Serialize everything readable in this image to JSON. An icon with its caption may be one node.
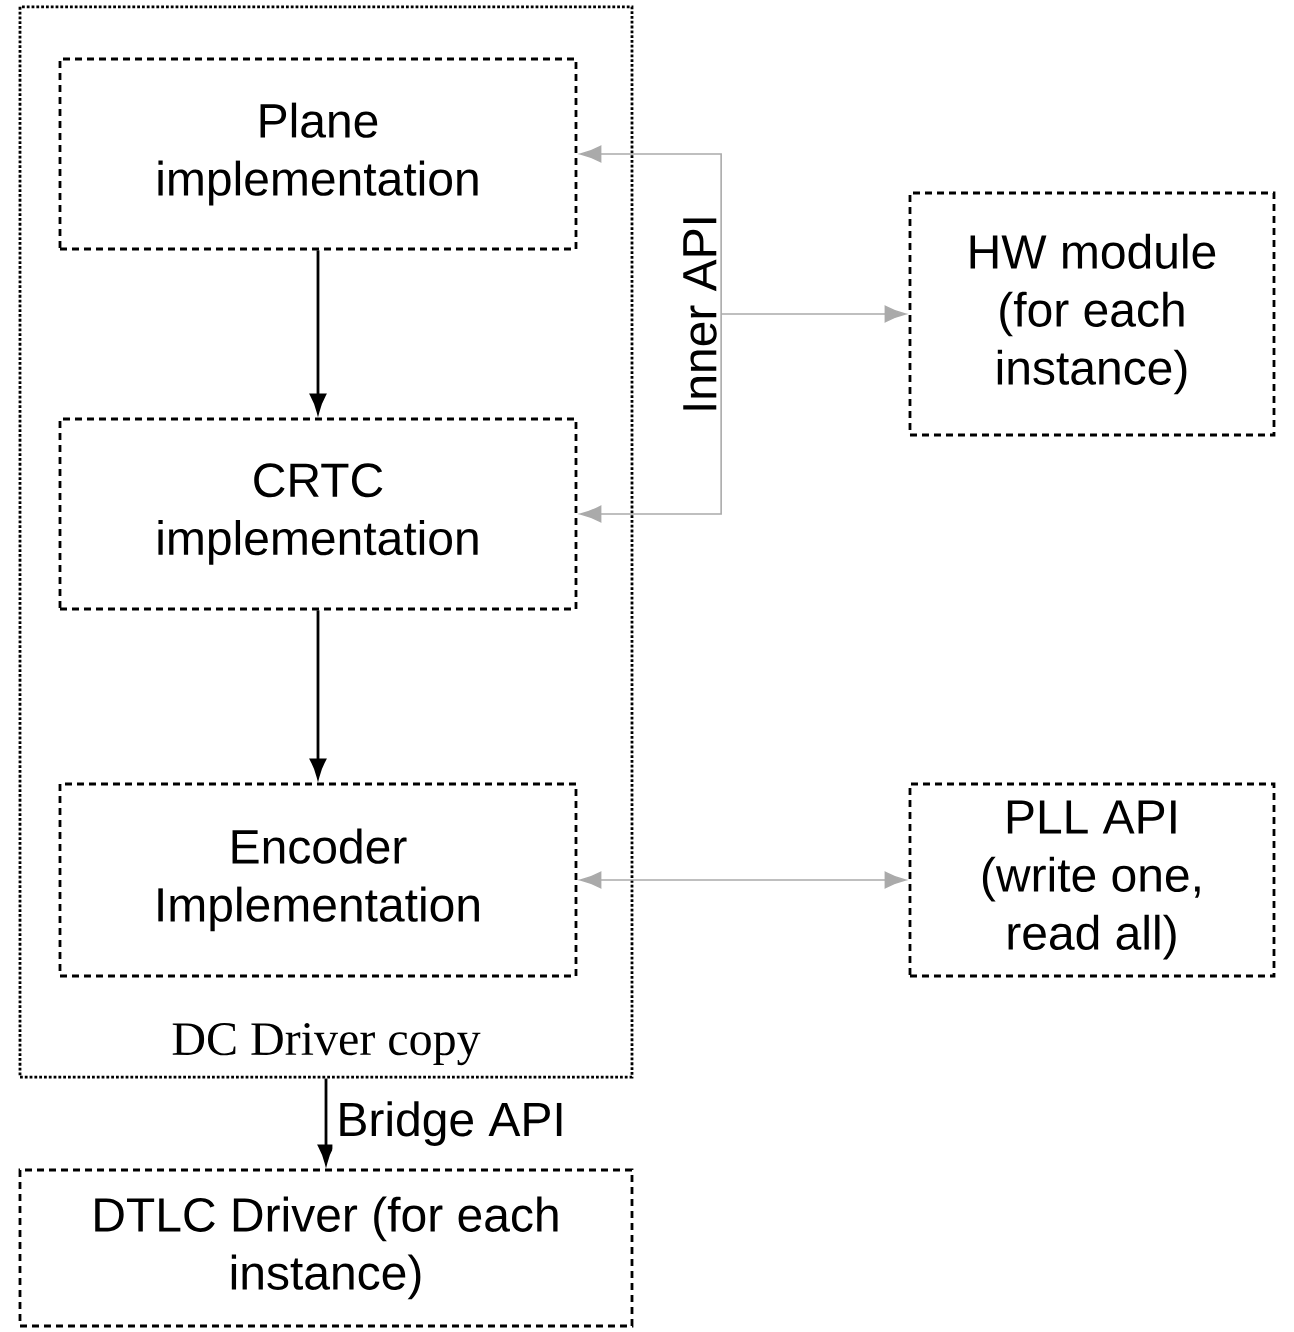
{
  "diagram": {
    "nodes": [
      {
        "text": [
          "DC Driver copy"
        ]
      },
      {
        "text": [
          "Plane implementation"
        ],
        "in": 0
      },
      {
        "text": [
          "CRTC implementation"
        ],
        "in": 0
      },
      {
        "text": [
          "Encoder Implementation"
        ],
        "in": 0
      },
      {
        "text": [
          "HW module (for each instance)"
        ]
      },
      {
        "text": [
          "PLL API (write one, read all)"
        ]
      },
      {
        "text": [
          "DTLC Driver (for each instance)"
        ]
      },
      {
        "text": [
          "Inner API"
        ]
      }
    ],
    "edges": [
      {
        "from": 1,
        "to": 2,
        "arrow": "to",
        "color": "#000000"
      },
      {
        "from": 2,
        "to": 3,
        "arrow": "to",
        "color": "#000000"
      },
      {
        "from": 3,
        "to": 5,
        "arrow": "both",
        "color": "#aaaaaa"
      },
      {
        "from": 0,
        "to": 6,
        "arrow": "to",
        "label": "Bridge API",
        "color": "#000000"
      },
      {
        "from": 7,
        "to": 1,
        "arrow": "to",
        "color": "#aaaaaa"
      },
      {
        "from": 7,
        "to": 2,
        "arrow": "to",
        "color": "#aaaaaa"
      },
      {
        "from": 7,
        "to": 4,
        "arrow": "to",
        "color": "#aaaaaa"
      }
    ]
  }
}
